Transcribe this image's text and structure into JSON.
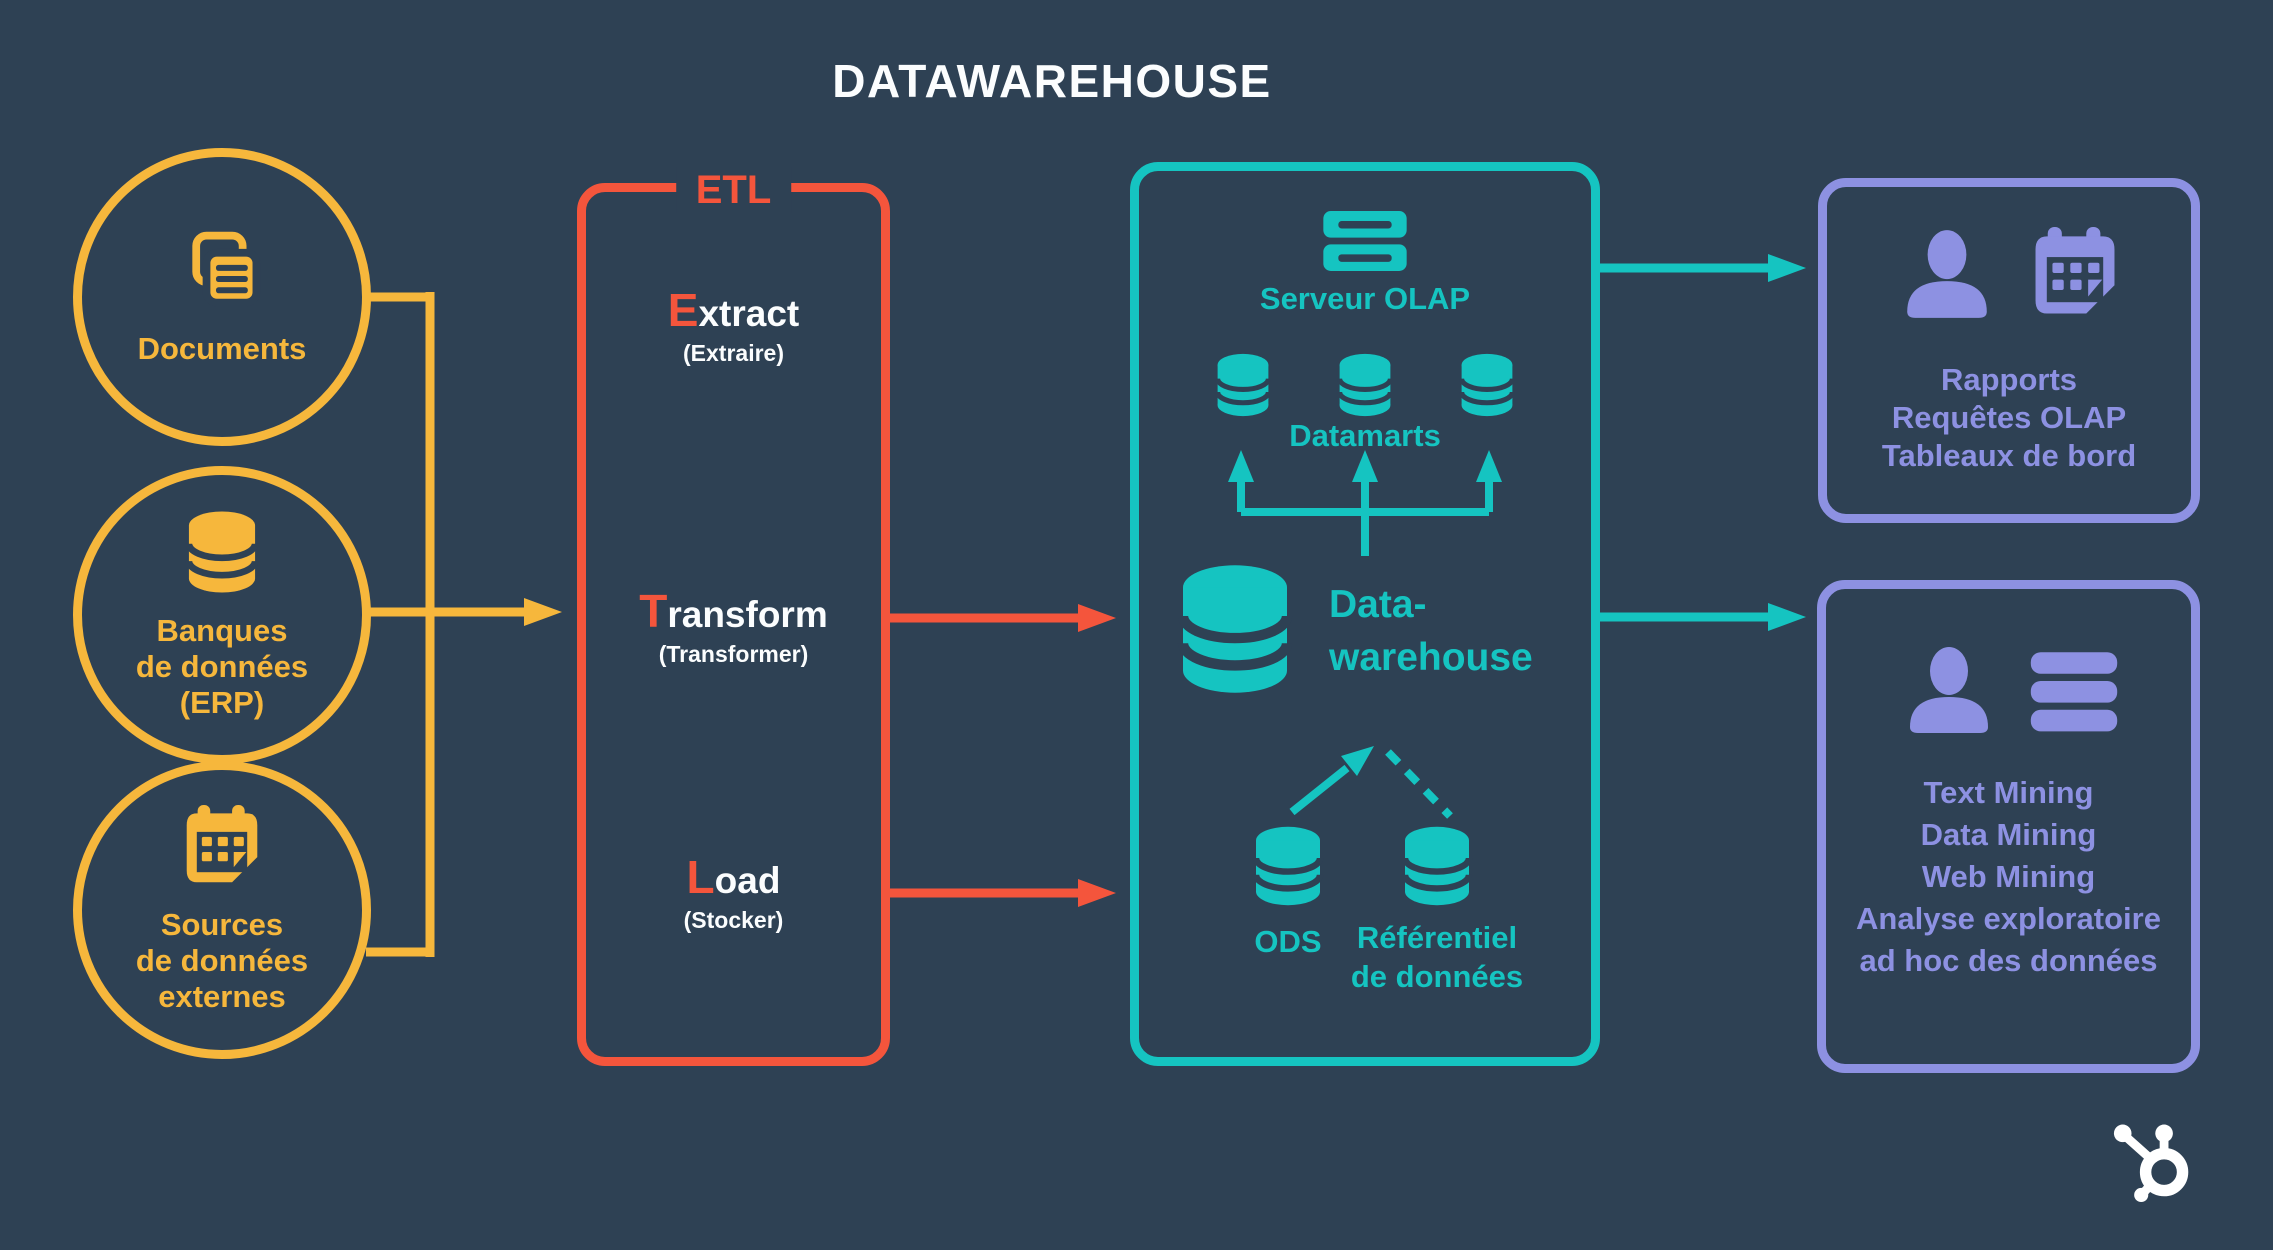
{
  "title": "DATAWAREHOUSE",
  "colors": {
    "background": "#2E4154",
    "yellow": "#F6B73C",
    "orange": "#F4553C",
    "teal": "#15C4C1",
    "purple": "#8D91E2",
    "white": "#FBFDFE"
  },
  "sources": {
    "documents": {
      "label": "Documents",
      "icon": "documents-icon"
    },
    "erp": {
      "lines": [
        "Banques",
        "de données",
        "(ERP)"
      ],
      "icon": "database-icon"
    },
    "external": {
      "lines": [
        "Sources",
        "de données",
        "externes"
      ],
      "icon": "calendar-icon"
    }
  },
  "etl": {
    "box_label": "ETL",
    "steps": [
      {
        "initial": "E",
        "rest": "xtract",
        "sub": "(Extraire)"
      },
      {
        "initial": "T",
        "rest": "ransform",
        "sub": "(Transformer)"
      },
      {
        "initial": "L",
        "rest": "oad",
        "sub": "(Stocker)"
      }
    ]
  },
  "warehouse": {
    "server_label": "Serveur OLAP",
    "server_icon": "server-icon",
    "datamarts_label": "Datamarts",
    "datamart_icon": "database-icon",
    "name_line1": "Data-",
    "name_line2": "warehouse",
    "ods_label": "ODS",
    "referentiel_lines": [
      "Référentiel",
      "de données"
    ]
  },
  "outputs": {
    "reporting": {
      "icons": [
        "person-icon",
        "calendar-icon"
      ],
      "lines": [
        "Rapports",
        "Requêtes OLAP",
        "Tableaux de bord"
      ]
    },
    "mining": {
      "icons": [
        "person-icon",
        "list-icon"
      ],
      "lines": [
        "Text Mining",
        "Data Mining",
        "Web Mining",
        "Analyse exploratoire",
        "ad hoc des données"
      ]
    }
  },
  "branding": {
    "logo": "hubspot-sprocket-icon"
  }
}
